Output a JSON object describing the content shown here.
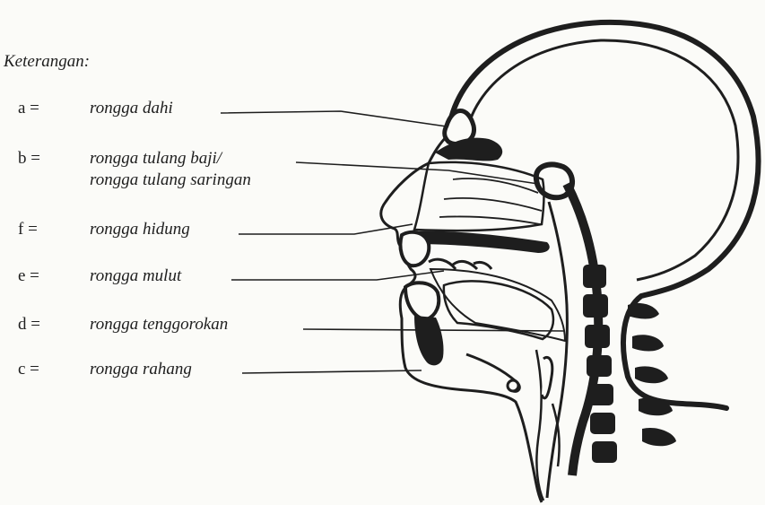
{
  "legend": {
    "title": "Keterangan:",
    "items": [
      {
        "key": "a =",
        "label": "rongga dahi"
      },
      {
        "key": "b =",
        "label": "rongga tulang baji/",
        "label2": "rongga tulang saringan"
      },
      {
        "key": "f =",
        "label": "rongga hidung"
      },
      {
        "key": "e =",
        "label": "rongga mulut"
      },
      {
        "key": "d =",
        "label": "rongga tenggorokan"
      },
      {
        "key": "c =",
        "label": "rongga rahang"
      }
    ]
  },
  "colors": {
    "ink": "#1e1e1e",
    "background": "#fbfbf8"
  }
}
